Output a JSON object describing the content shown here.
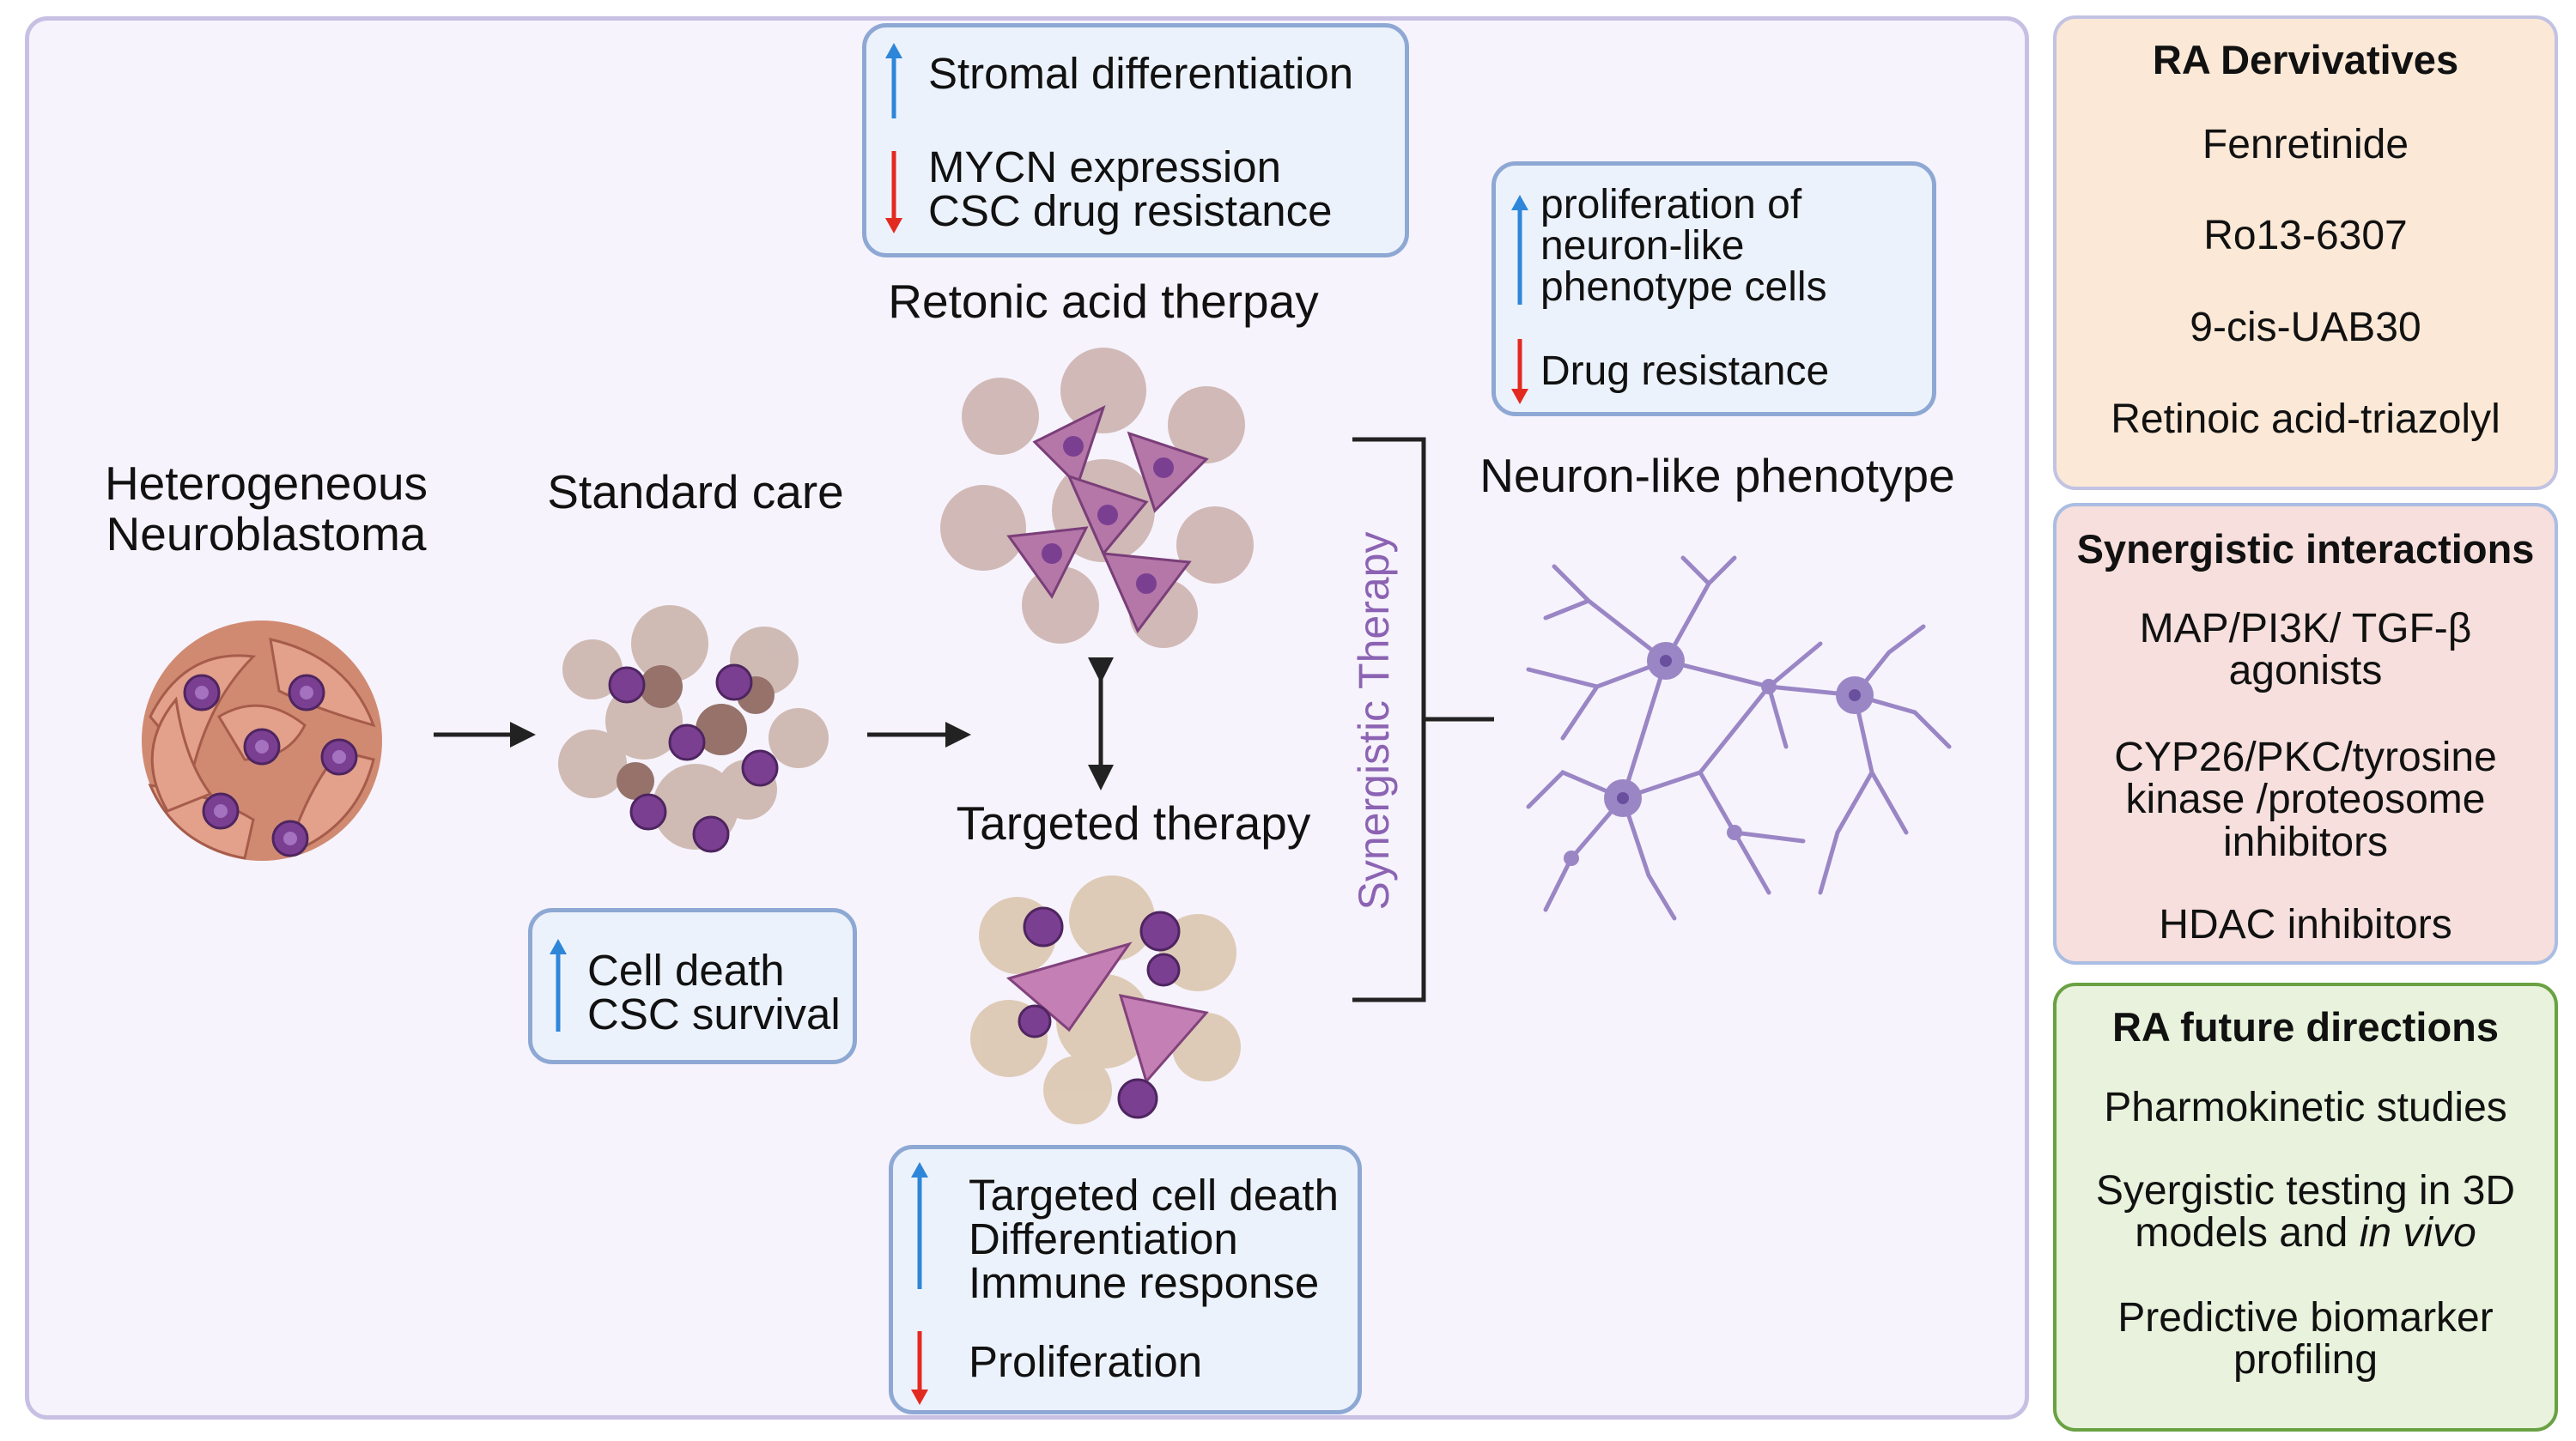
{
  "colors": {
    "panel_bg": "#f6f3fc",
    "panel_border": "#c7c0e3",
    "box_bg": "#ecf2fb",
    "box_border": "#8ea8d4",
    "arrow_up": "#2e86d9",
    "arrow_down": "#e32a21",
    "synergy_text": "#8c63b3",
    "derivatives_bg": "#fbe8d6",
    "synergistic_bg": "#f6dfdc",
    "future_bg": "#e8f2dc",
    "neuron": "#9a86c5",
    "cell_nucleus": "#7b3f92"
  },
  "stages": {
    "heterogeneous": "Heterogeneous\nNeuroblastoma",
    "standard_care": "Standard care",
    "retinoic": "Retonic acid therpay",
    "targeted": "Targeted therapy",
    "neuron_like": "Neuron-like phenotype",
    "synergistic": "Synergistic Therapy"
  },
  "boxes": {
    "retinoic": {
      "up": "Stromal differentiation",
      "down": "MYCN expression\nCSC drug resistance"
    },
    "standard": {
      "up": "Cell death\nCSC survival"
    },
    "targeted": {
      "up": "Targeted cell death\nDifferentiation\nImmune response",
      "down": "Proliferation"
    },
    "neuron": {
      "up": "proliferation of\nneuron-like\nphenotype cells",
      "down": "Drug resistance"
    }
  },
  "sidebar": {
    "derivatives": {
      "title": "RA Dervivatives",
      "items": [
        "Fenretinide",
        "Ro13-6307",
        "9-cis-UAB30",
        "Retinoic acid-triazolyl"
      ]
    },
    "synergistic": {
      "title": "Synergistic interactions",
      "items": [
        "MAP/PI3K/ TGF-β\nagonists",
        "CYP26/PKC/tyrosine\nkinase /proteosome\ninhibitors",
        "HDAC inhibitors"
      ]
    },
    "future": {
      "title": "RA future directions",
      "items": [
        "Pharmokinetic studies",
        "Predictive biomarker\nprofiling"
      ],
      "item_testing_prefix": "Syergistic testing in 3D\nmodels and ",
      "item_testing_italic": "in vivo"
    }
  }
}
